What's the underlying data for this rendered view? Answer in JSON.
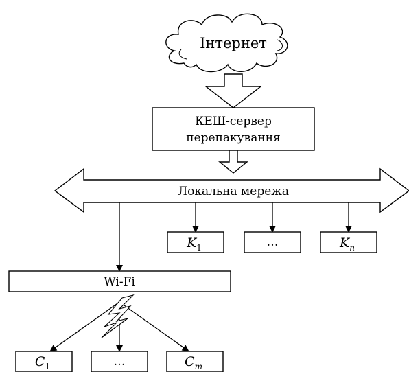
{
  "diagram": {
    "internet_label": "Інтернет",
    "cache_server_line1": "КЕШ-сервер",
    "cache_server_line2": "перепакування",
    "network_label": "Локальна мережа",
    "wifi_label": "Wi-Fi",
    "clients_k": [
      {
        "base": "K",
        "sub": "1"
      },
      {
        "text": "…"
      },
      {
        "base": "K",
        "sub": "n"
      }
    ],
    "clients_c": [
      {
        "base": "C",
        "sub": "1"
      },
      {
        "text": "…"
      },
      {
        "base": "C",
        "sub": "m"
      }
    ]
  }
}
